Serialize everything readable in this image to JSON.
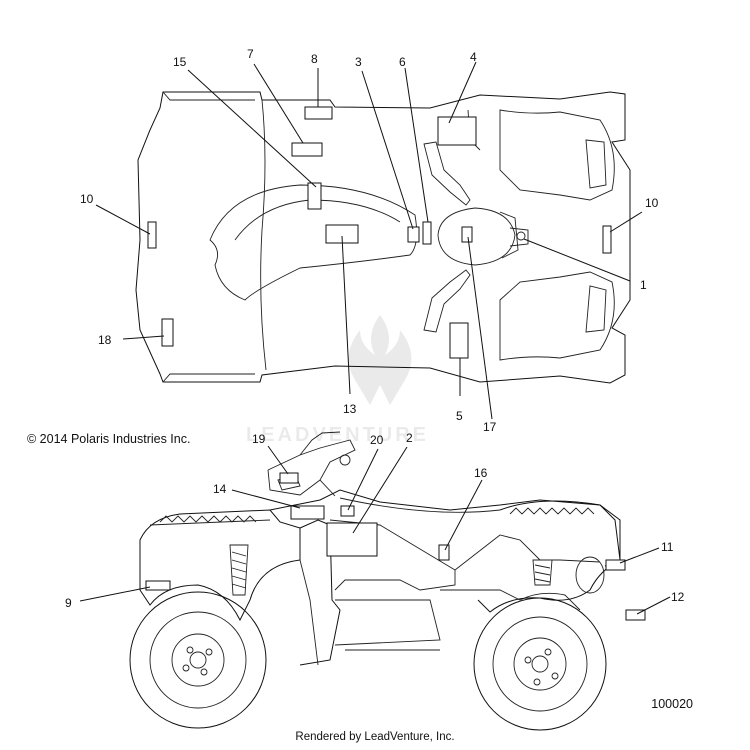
{
  "copyright": "© 2014 Polaris Industries Inc.",
  "drawing_number": "100020",
  "rendered_by": "Rendered by LeadVenture, Inc.",
  "watermark": "LEADVENTURE",
  "callouts": {
    "c1": "1",
    "c2": "2",
    "c3": "3",
    "c4": "4",
    "c5": "5",
    "c6": "6",
    "c7": "7",
    "c8": "8",
    "c9": "9",
    "c10a": "10",
    "c10b": "10",
    "c11": "11",
    "c12": "12",
    "c13": "13",
    "c14": "14",
    "c15": "15",
    "c16": "16",
    "c17": "17",
    "c18": "18",
    "c19": "19",
    "c20": "20"
  }
}
